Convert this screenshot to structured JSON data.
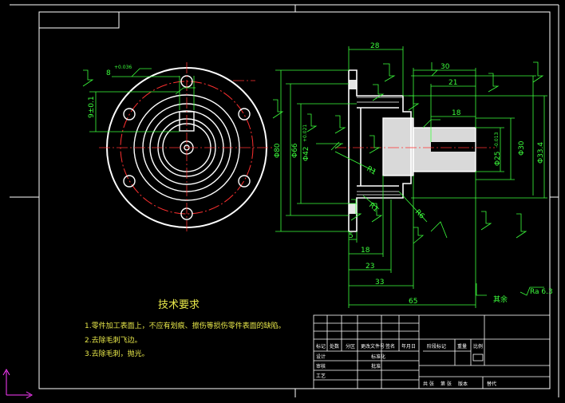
{
  "drawing": {
    "dimensions": {
      "d28": "28",
      "d30": "30",
      "d21": "21",
      "d18": "18",
      "d5": "5",
      "d18b": "18",
      "d23": "23",
      "d33": "33",
      "d65": "65",
      "phi80": "Φ80",
      "phi66": "Φ66",
      "phi42": "Φ42",
      "phi25": "Φ25",
      "phi30": "Φ30",
      "phi33": "Φ33.4",
      "r1": "R1",
      "r1b": "R1",
      "r6": "R6",
      "keyway_width": "8",
      "keyway_depth": "9±0.1",
      "roughness_default": "Ra 6.3",
      "tol_small": "+0.036",
      "tol_a": "+0.021",
      "tol_b": "-0.013",
      "rest_label": "其余"
    },
    "notes": {
      "title": "技术要求",
      "items": [
        "1.零件加工表面上，不应有划痕、擦伤等损伤零件表面的缺陷。",
        "2.去除毛刺飞边。",
        "3.去除毛刺，抛光。"
      ]
    },
    "title_block": {
      "headers": [
        "标记",
        "处数",
        "分区",
        "更改文件号",
        "签名",
        "年月日"
      ],
      "rows": [
        "设计",
        "审核",
        "工艺",
        "标准化",
        "批准"
      ],
      "stage_labels": [
        "阶段标记",
        "重量",
        "比例"
      ],
      "footer": [
        "共 张",
        "第 张",
        "版本",
        "替代"
      ]
    }
  }
}
